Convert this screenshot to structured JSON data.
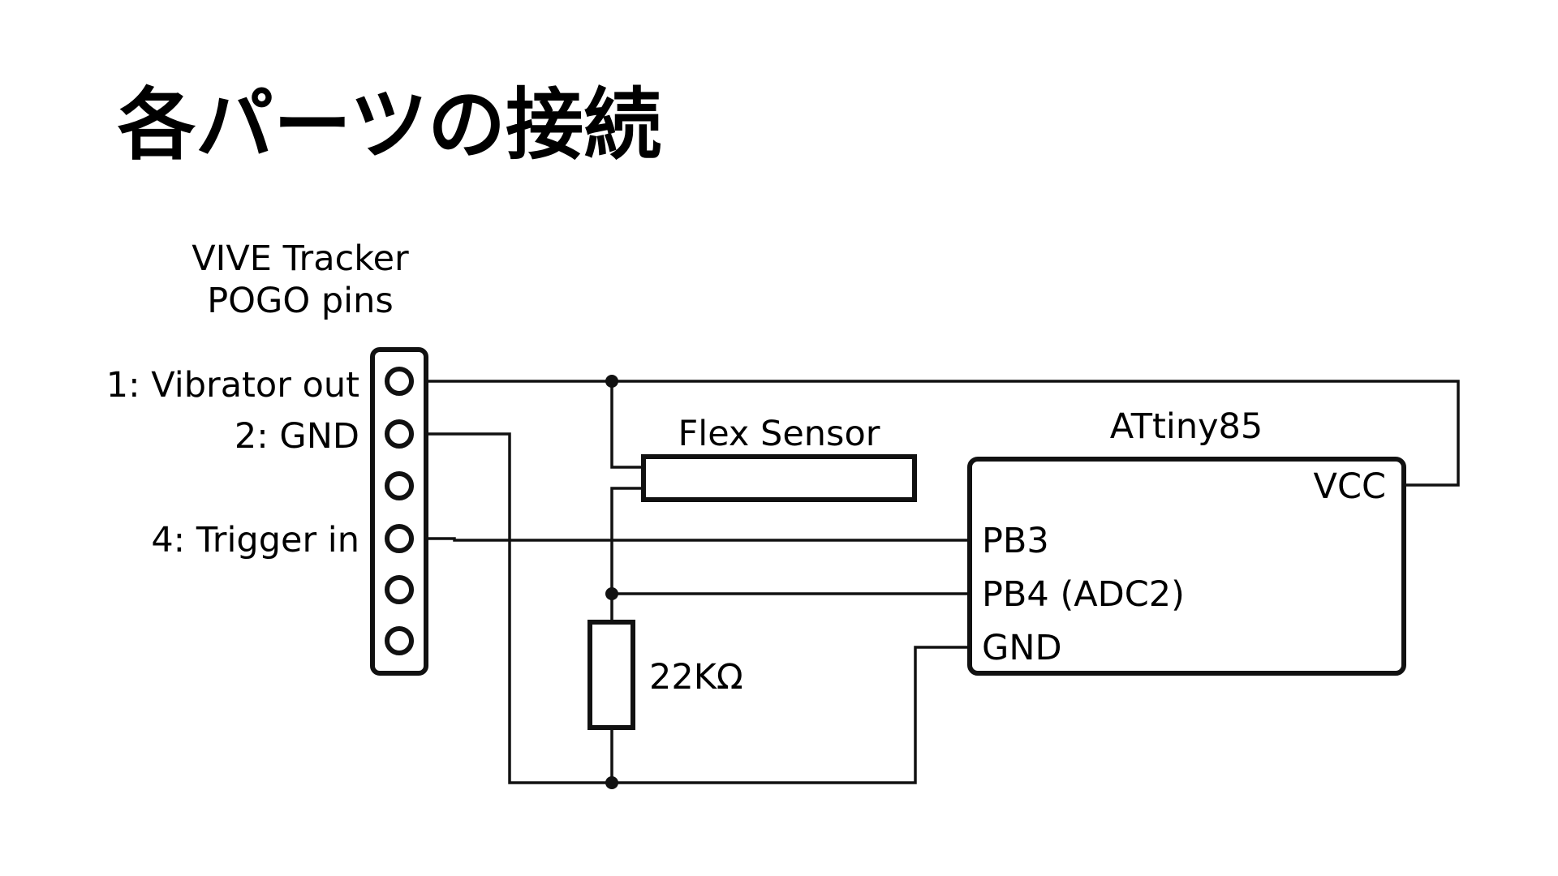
{
  "title": "各パーツの接続",
  "tracker": {
    "heading_line1": "VIVE Tracker",
    "heading_line2": "POGO pins",
    "pins": [
      {
        "number": 1,
        "label": "1: Vibrator out"
      },
      {
        "number": 2,
        "label": "2: GND"
      },
      {
        "number": 3,
        "label": ""
      },
      {
        "number": 4,
        "label": "4: Trigger in"
      },
      {
        "number": 5,
        "label": ""
      },
      {
        "number": 6,
        "label": ""
      }
    ]
  },
  "flex_sensor": {
    "label": "Flex Sensor"
  },
  "resistor": {
    "label": "22KΩ"
  },
  "mcu": {
    "name": "ATtiny85",
    "pins": {
      "vcc": "VCC",
      "pb3": "PB3",
      "pb4": "PB4 (ADC2)",
      "gnd": "GND"
    }
  },
  "colors": {
    "ink": "#111111",
    "background": "#ffffff"
  }
}
